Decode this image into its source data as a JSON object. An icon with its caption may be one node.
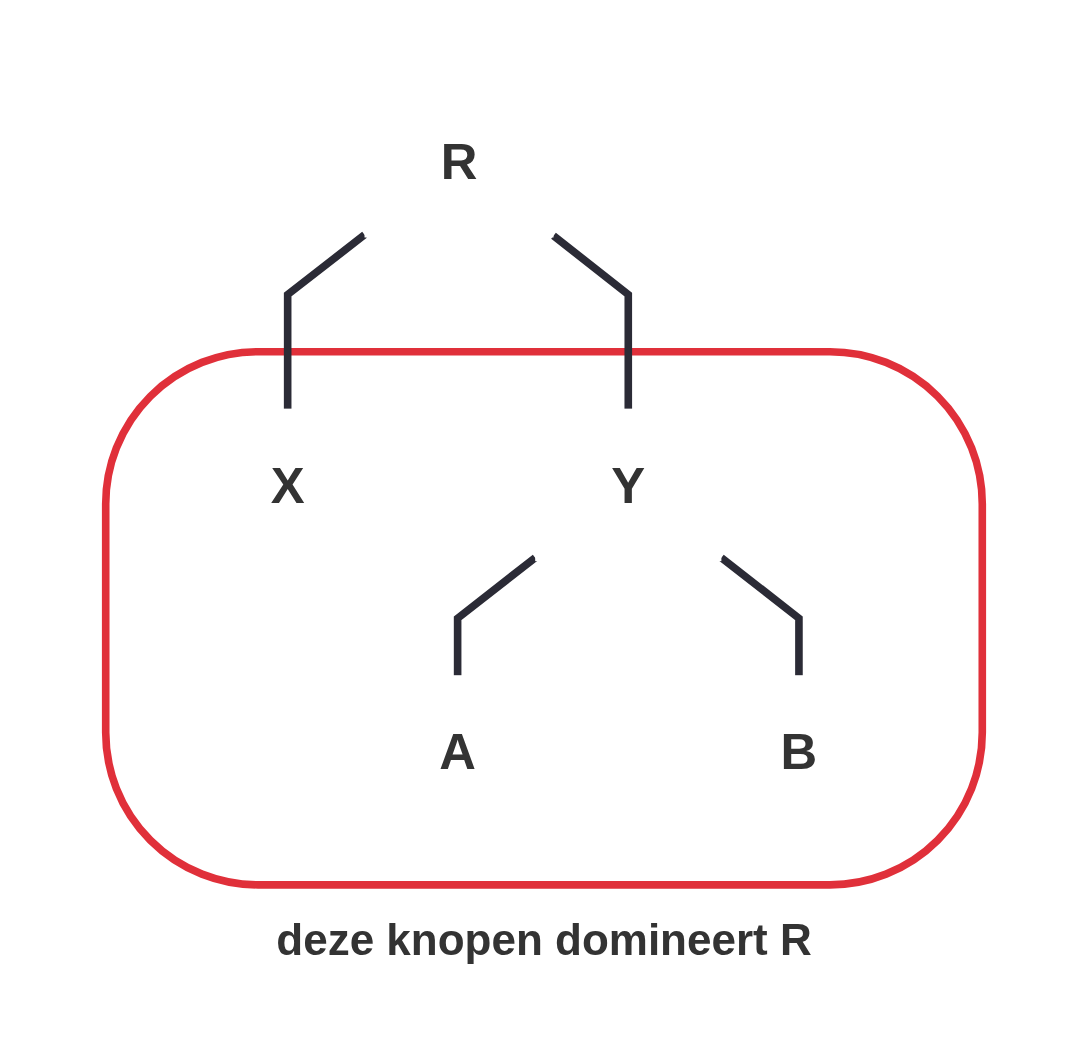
{
  "diagram": {
    "caption": "deze knopen domineert R",
    "nodes": [
      {
        "text": [
          "R"
        ]
      },
      {
        "text": [],
        "shape": "box"
      },
      {
        "text": [
          "X"
        ],
        "in": 1
      },
      {
        "text": [
          "Y"
        ],
        "in": 1
      },
      {
        "text": [
          "A"
        ],
        "in": 1
      },
      {
        "text": [
          "B"
        ],
        "in": 1
      }
    ],
    "edges": [
      {
        "from": 0,
        "to": 2,
        "arrow": "none"
      },
      {
        "from": 0,
        "to": 3,
        "arrow": "none"
      },
      {
        "from": 3,
        "to": 4,
        "arrow": "none"
      },
      {
        "from": 3,
        "to": 5,
        "arrow": "none"
      }
    ]
  }
}
